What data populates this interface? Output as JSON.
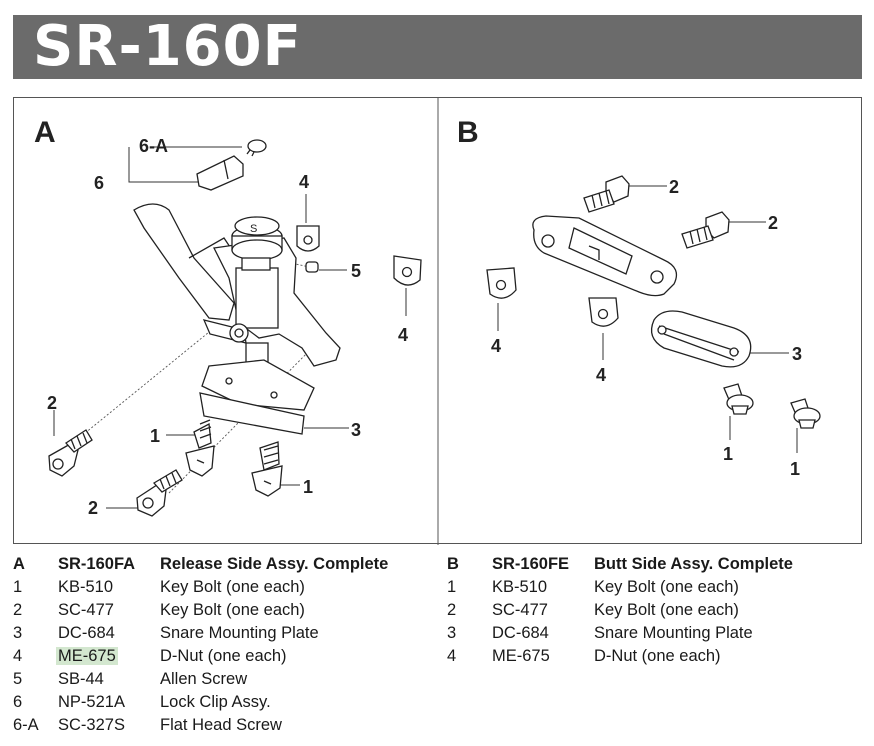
{
  "title": "SR-160F",
  "panels": {
    "a": {
      "letter": "A"
    },
    "b": {
      "letter": "B"
    }
  },
  "callouts_a": [
    "6-A",
    "6",
    "4",
    "5",
    "4",
    "2",
    "1",
    "3",
    "2",
    "1"
  ],
  "callouts_b": [
    "2",
    "2",
    "4",
    "4",
    "3",
    "1",
    "1"
  ],
  "legend_a": {
    "header": {
      "id": "A",
      "code": "SR-160FA",
      "desc": "Release Side Assy. Complete"
    },
    "rows": [
      {
        "id": "1",
        "code": "KB-510",
        "desc": "Key Bolt (one each)"
      },
      {
        "id": "2",
        "code": "SC-477",
        "desc": "Key Bolt (one each)"
      },
      {
        "id": "3",
        "code": "DC-684",
        "desc": "Snare Mounting Plate"
      },
      {
        "id": "4",
        "code": "ME-675",
        "desc": "D-Nut (one each)"
      },
      {
        "id": "5",
        "code": "SB-44",
        "desc": "Allen Screw"
      },
      {
        "id": "6",
        "code": "NP-521A",
        "desc": "Lock Clip Assy."
      },
      {
        "id": "6-A",
        "code": "SC-327S",
        "desc": "Flat Head Screw"
      }
    ]
  },
  "legend_b": {
    "header": {
      "id": "B",
      "code": "SR-160FE",
      "desc": "Butt Side Assy. Complete"
    },
    "rows": [
      {
        "id": "1",
        "code": "KB-510",
        "desc": "Key Bolt (one each)"
      },
      {
        "id": "2",
        "code": "SC-477",
        "desc": "Key Bolt (one each)"
      },
      {
        "id": "3",
        "code": "DC-684",
        "desc": "Snare Mounting Plate"
      },
      {
        "id": "4",
        "code": "ME-675",
        "desc": "D-Nut (one each)"
      }
    ]
  },
  "highlight_color": "#d3e7cf",
  "header_bar_color": "#6b6b6b"
}
